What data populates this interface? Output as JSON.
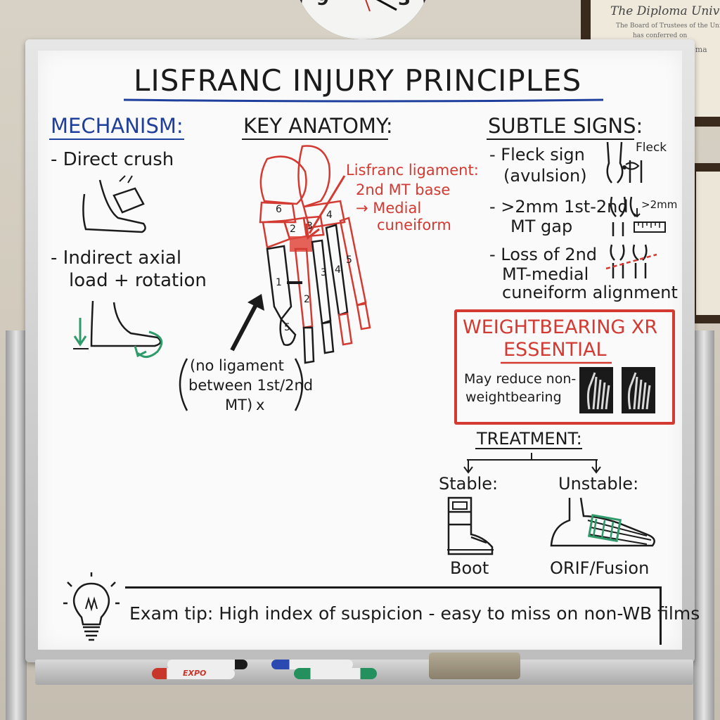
{
  "wall": {
    "diploma_title": "The Diploma University",
    "diploma_line1": "The Board of Trustees of the University",
    "diploma_line2": "has conferred on",
    "diploma_name": "Sane Diploma",
    "clock_numbers": [
      "9",
      "3"
    ]
  },
  "board": {
    "title": "LISFRANC INJURY PRINCIPLES",
    "mechanism": {
      "heading": "MECHANISM:",
      "item1": "- Direct crush",
      "item2_line1": "- Indirect axial",
      "item2_line2": "load + rotation"
    },
    "anatomy": {
      "heading": "KEY ANATOMY:",
      "ligament_label_line1": "Lisfranc ligament:",
      "ligament_label_line2": "2nd MT base",
      "ligament_label_line3": "→ Medial",
      "ligament_label_line4": "cuneiform",
      "note_line1": "(no ligament",
      "note_line2": "between 1st/2nd",
      "note_line3": "MT)",
      "note_x": "x",
      "bone_numbers": [
        "6",
        "4",
        "2",
        "3",
        "1",
        "2",
        "3",
        "4",
        "5",
        "5"
      ]
    },
    "signs": {
      "heading": "SUBTLE SIGNS:",
      "sign1_line1": "- Fleck sign",
      "sign1_line2": "(avulsion)",
      "fleck_label": "Fleck",
      "sign2_line1": "- >2mm 1st-2nd",
      "sign2_line2": "MT gap",
      "gap_label": ">2mm",
      "sign3_line1": "- Loss of 2nd",
      "sign3_line2": "MT-medial",
      "sign3_line3": "cuneiform alignment"
    },
    "weightbearing": {
      "line1": "WEIGHTBEARING XR",
      "line2": "ESSENTIAL",
      "note_line1": "May reduce non-",
      "note_line2": "weightbearing"
    },
    "treatment": {
      "heading": "TREATMENT:",
      "stable": "Stable:",
      "unstable": "Unstable:",
      "stable_option": "Boot",
      "unstable_option": "ORIF/Fusion"
    },
    "tip": "Exam tip: High index of suspicion - easy to miss on non-WB films"
  },
  "tray": {
    "marker_label": "EXPO"
  },
  "colors": {
    "ink_black": "#1b1b1b",
    "ink_red": "#d23a32",
    "ink_blue": "#1f3f9c",
    "ink_green": "#2f9a6a"
  }
}
